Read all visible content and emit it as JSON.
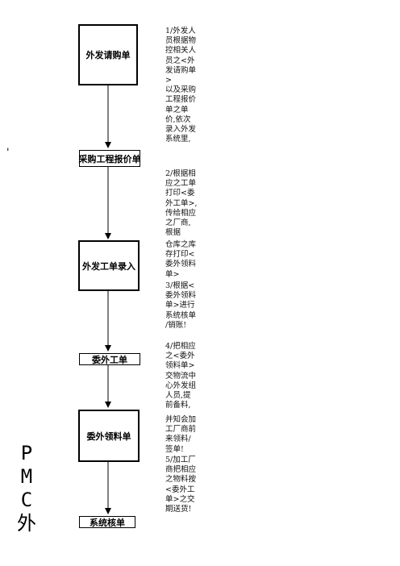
{
  "nodes": [
    {
      "id": "n1",
      "label": "外发请购单"
    },
    {
      "id": "n2",
      "label": "采购工程报价单"
    },
    {
      "id": "n3",
      "label": "外发工单录入"
    },
    {
      "id": "n4",
      "label": "委外工单"
    },
    {
      "id": "n5",
      "label": "委外领料单"
    },
    {
      "id": "n6",
      "label": "系统核单"
    }
  ],
  "notes": [
    "1/外发人\n员根据物\n控相关人\n员之<外\n发请购单\n>\n以及采购\n工程报价\n单之单\n价,依次\n录入外发\n系统里,",
    "2/根据相\n应之工单\n打印<委\n外工单>,\n传给相应\n之厂商,\n根据",
    "仓库之库\n存打印<\n委外领料\n单>",
    "3/根据<\n委外领料\n单>进行\n系统核单\n/销账!",
    "4/把相应\n之<委外\n领料单>\n交物流中\n心外发组\n人员,提\n前备料,",
    "并知会加\n工厂商前\n来领料/\n签单!",
    "5/加工厂\n商把相应\n之物料按\n<委外工\n单>之交\n期送货!"
  ],
  "side_text": "P\nM\nC\n外",
  "mark": "'"
}
